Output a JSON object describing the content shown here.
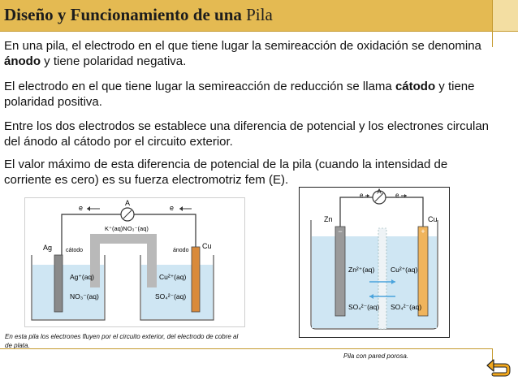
{
  "header": {
    "title_bold": "Diseño y Funcionamiento de una",
    "title_light": "Pila"
  },
  "paragraphs": [
    {
      "pre": "En una pila, el electrodo en el que tiene lugar la semireacción de oxidación se denomina ",
      "bold": "ánodo",
      "post": " y tiene polaridad negativa."
    },
    {
      "pre": "El electrodo en el que tiene lugar la semireacción de reducción se llama ",
      "bold": "cátodo",
      "post": " y tiene polaridad positiva."
    },
    {
      "pre": "Entre los dos electrodos se establece una diferencia de potencial y los electrones circulan del ánodo al cátodo por el circuito exterior.",
      "bold": "",
      "post": ""
    },
    {
      "pre": "El valor máximo de esta diferencia de potencial de la pila (cuando la intensidad de corriente es cero) es su fuerza electromotriz fem (E",
      "bold": "",
      "post": ")."
    }
  ],
  "figure1": {
    "ammeter": "A",
    "electron_left": "e",
    "electron_right": "e",
    "metal_left": "Ag",
    "metal_right": "Cu",
    "role_left": "cátodo",
    "role_right": "ánodo",
    "bridge_label": "K⁺(aq)NO₃⁻(aq)",
    "ion_left_1": "Ag⁺(aq)",
    "ion_left_2": "NO₃⁻(aq)",
    "ion_right_1": "Cu²⁺(aq)",
    "ion_right_2": "SO₄²⁻(aq)",
    "caption": "En esta pila los electrones fluyen por el circuito exterior, del electrodo de cobre al de plata."
  },
  "figure2": {
    "ammeter": "A",
    "electron_left": "e",
    "electron_right": "e",
    "metal_left": "Zn",
    "metal_right": "Cu",
    "sign_left": "−",
    "sign_right": "+",
    "ion_left_1": "Zn²⁺(aq)",
    "ion_left_2": "SO₄²⁻(aq)",
    "ion_right_1": "Cu²⁺(aq)",
    "ion_right_2": "SO₄²⁻(aq)",
    "caption": "Pila con pared porosa."
  },
  "colors": {
    "accent": "#e4ba52",
    "accent_line": "#c59a2e",
    "solution": "#cfe6f3",
    "return_arrow": "#f2a81d"
  },
  "icons": {
    "back": "return-arrow-icon"
  }
}
